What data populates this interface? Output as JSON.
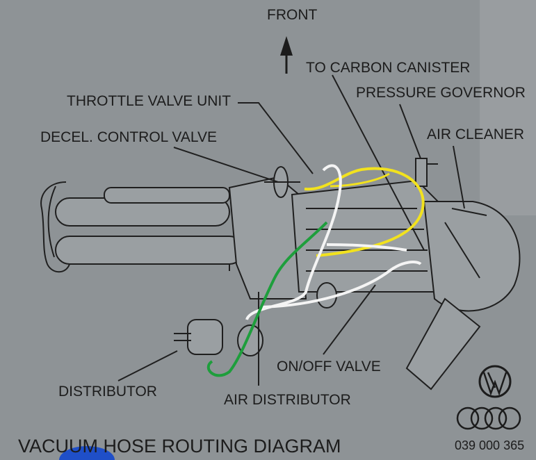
{
  "diagram": {
    "title": "VACUUM HOSE ROUTING DIAGRAM",
    "part_number": "039 000 365",
    "direction_label": "FRONT",
    "labels": {
      "carbon_canister": "TO CARBON CANISTER",
      "pressure_governor": "PRESSURE GOVERNOR",
      "throttle_valve_unit": "THROTTLE VALVE UNIT",
      "air_cleaner": "AIR CLEANER",
      "decel_control_valve": "DECEL. CONTROL VALVE",
      "on_off_valve": "ON/OFF VALVE",
      "distributor": "DISTRIBUTOR",
      "air_distributor": "AIR DISTRIBUTOR"
    },
    "hose_colors": {
      "yellow": "#f2e21e",
      "white": "#f4f4f4",
      "green": "#1e9e3c"
    },
    "logos": [
      "VW",
      "Audi rings"
    ]
  }
}
